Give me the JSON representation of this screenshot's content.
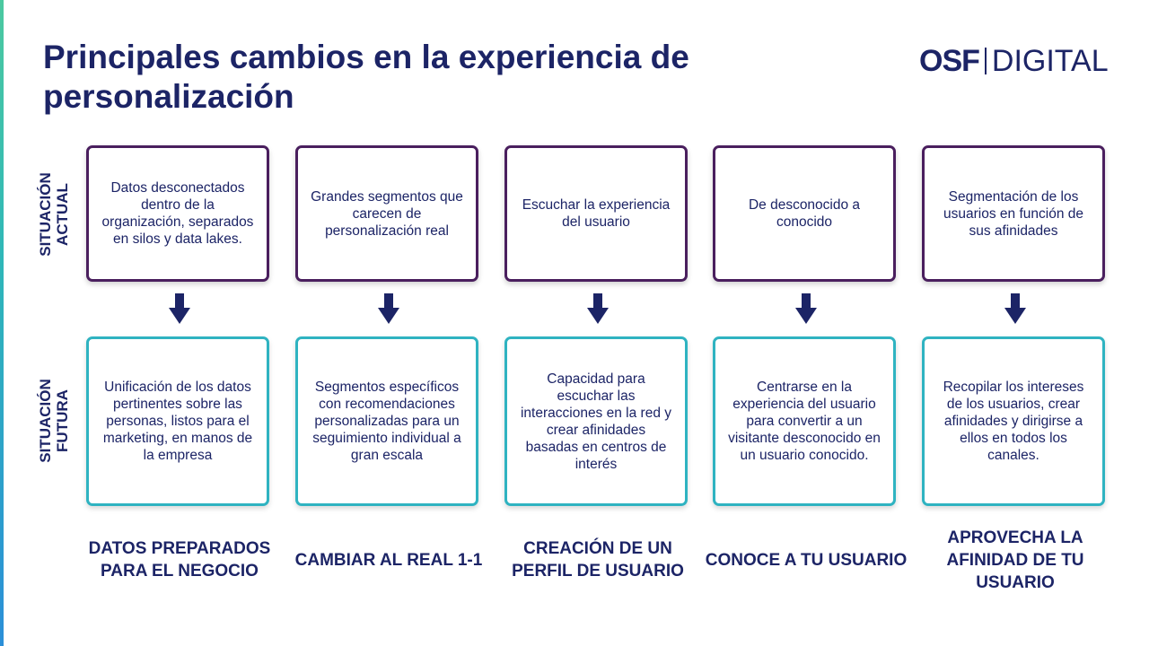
{
  "title": "Principales cambios en la experiencia de personalización",
  "logo": {
    "brand": "OSF",
    "product": "DIGITAL"
  },
  "row_labels": {
    "current": [
      "SITUACIÓN",
      "ACTUAL"
    ],
    "future": [
      "SITUACIÓN",
      "FUTURA"
    ]
  },
  "columns": [
    {
      "current": "Datos desconectados dentro de la organización, separados en silos y data lakes.",
      "future": "Unificación de los datos pertinentes sobre las personas, listos para el marketing, en manos de la empresa",
      "caption": "DATOS PREPARADOS PARA EL NEGOCIO"
    },
    {
      "current": "Grandes segmentos que carecen de personalización real",
      "future": "Segmentos específicos con recomendaciones personalizadas para un seguimiento individual a gran escala",
      "caption": "CAMBIAR AL REAL 1-1"
    },
    {
      "current": "Escuchar la experiencia del usuario",
      "future": "Capacidad para escuchar las interacciones en la red y crear afinidades basadas en centros de interés",
      "caption": "CREACIÓN DE UN PERFIL DE USUARIO"
    },
    {
      "current": "De desconocido a conocido",
      "future": "Centrarse en la experiencia del usuario para convertir a un visitante desconocido en un usuario conocido.",
      "caption": "CONOCE A TU USUARIO"
    },
    {
      "current": "Segmentación de los usuarios en función de sus afinidades",
      "future": "Recopilar los intereses de los usuarios, crear afinidades y dirigirse a ellos en todos los canales.",
      "caption": "APROVECHA LA AFINIDAD DE TU USUARIO"
    }
  ],
  "colors": {
    "navy": "#1c2466",
    "current_border": "#4a1f5e",
    "future_border": "#2fb3c1",
    "arrow": "#1c2466"
  },
  "icons": {
    "arrow": "arrow-down-icon"
  }
}
